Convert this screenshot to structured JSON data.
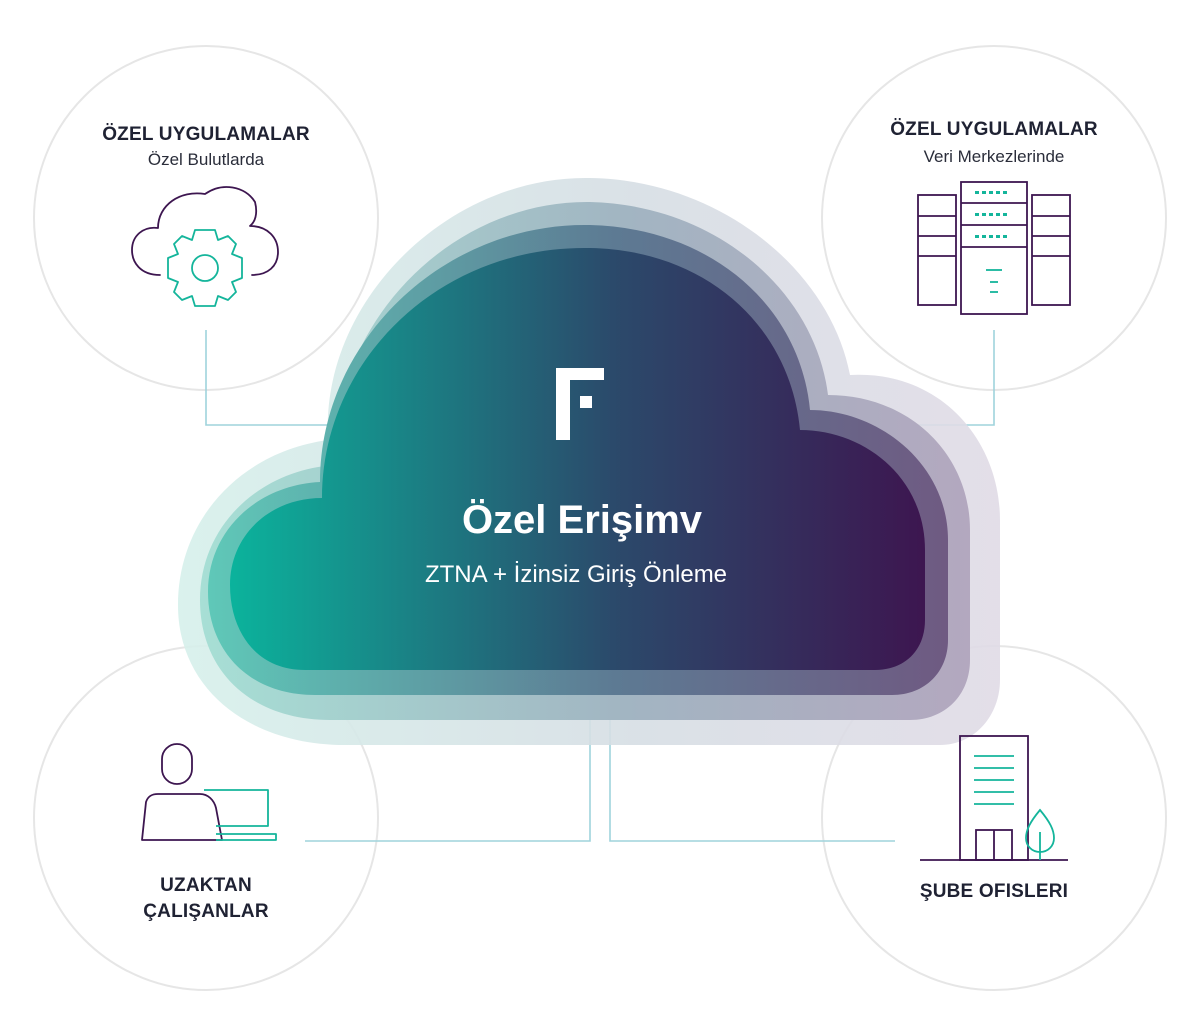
{
  "center": {
    "title": "Özel Erişimv",
    "subtitle": "ZTNA + İzinsiz Giriş Önleme",
    "logo_icon": "f-logo-icon"
  },
  "nodes": {
    "top_left": {
      "title": "ÖZEL UYGULAMALAR",
      "subtitle": "Özel Bulutlarda",
      "icon": "cloud-gear-icon"
    },
    "top_right": {
      "title": "ÖZEL UYGULAMALAR",
      "subtitle": "Veri Merkezlerinde",
      "icon": "server-rack-icon"
    },
    "bottom_left": {
      "title_line1": "UZAKTAN",
      "title_line2": "ÇALIŞANLAR",
      "icon": "remote-worker-icon"
    },
    "bottom_right": {
      "title": "ŞUBE OFISLERI",
      "icon": "office-building-icon"
    }
  },
  "colors": {
    "teal": "#0bb39c",
    "navy": "#2b4a6b",
    "purple": "#3d1650",
    "icon_teal": "#14b59b",
    "icon_purple": "#3d1650",
    "connector": "#9fd3dc",
    "circle_stroke": "#e6e6e6"
  }
}
